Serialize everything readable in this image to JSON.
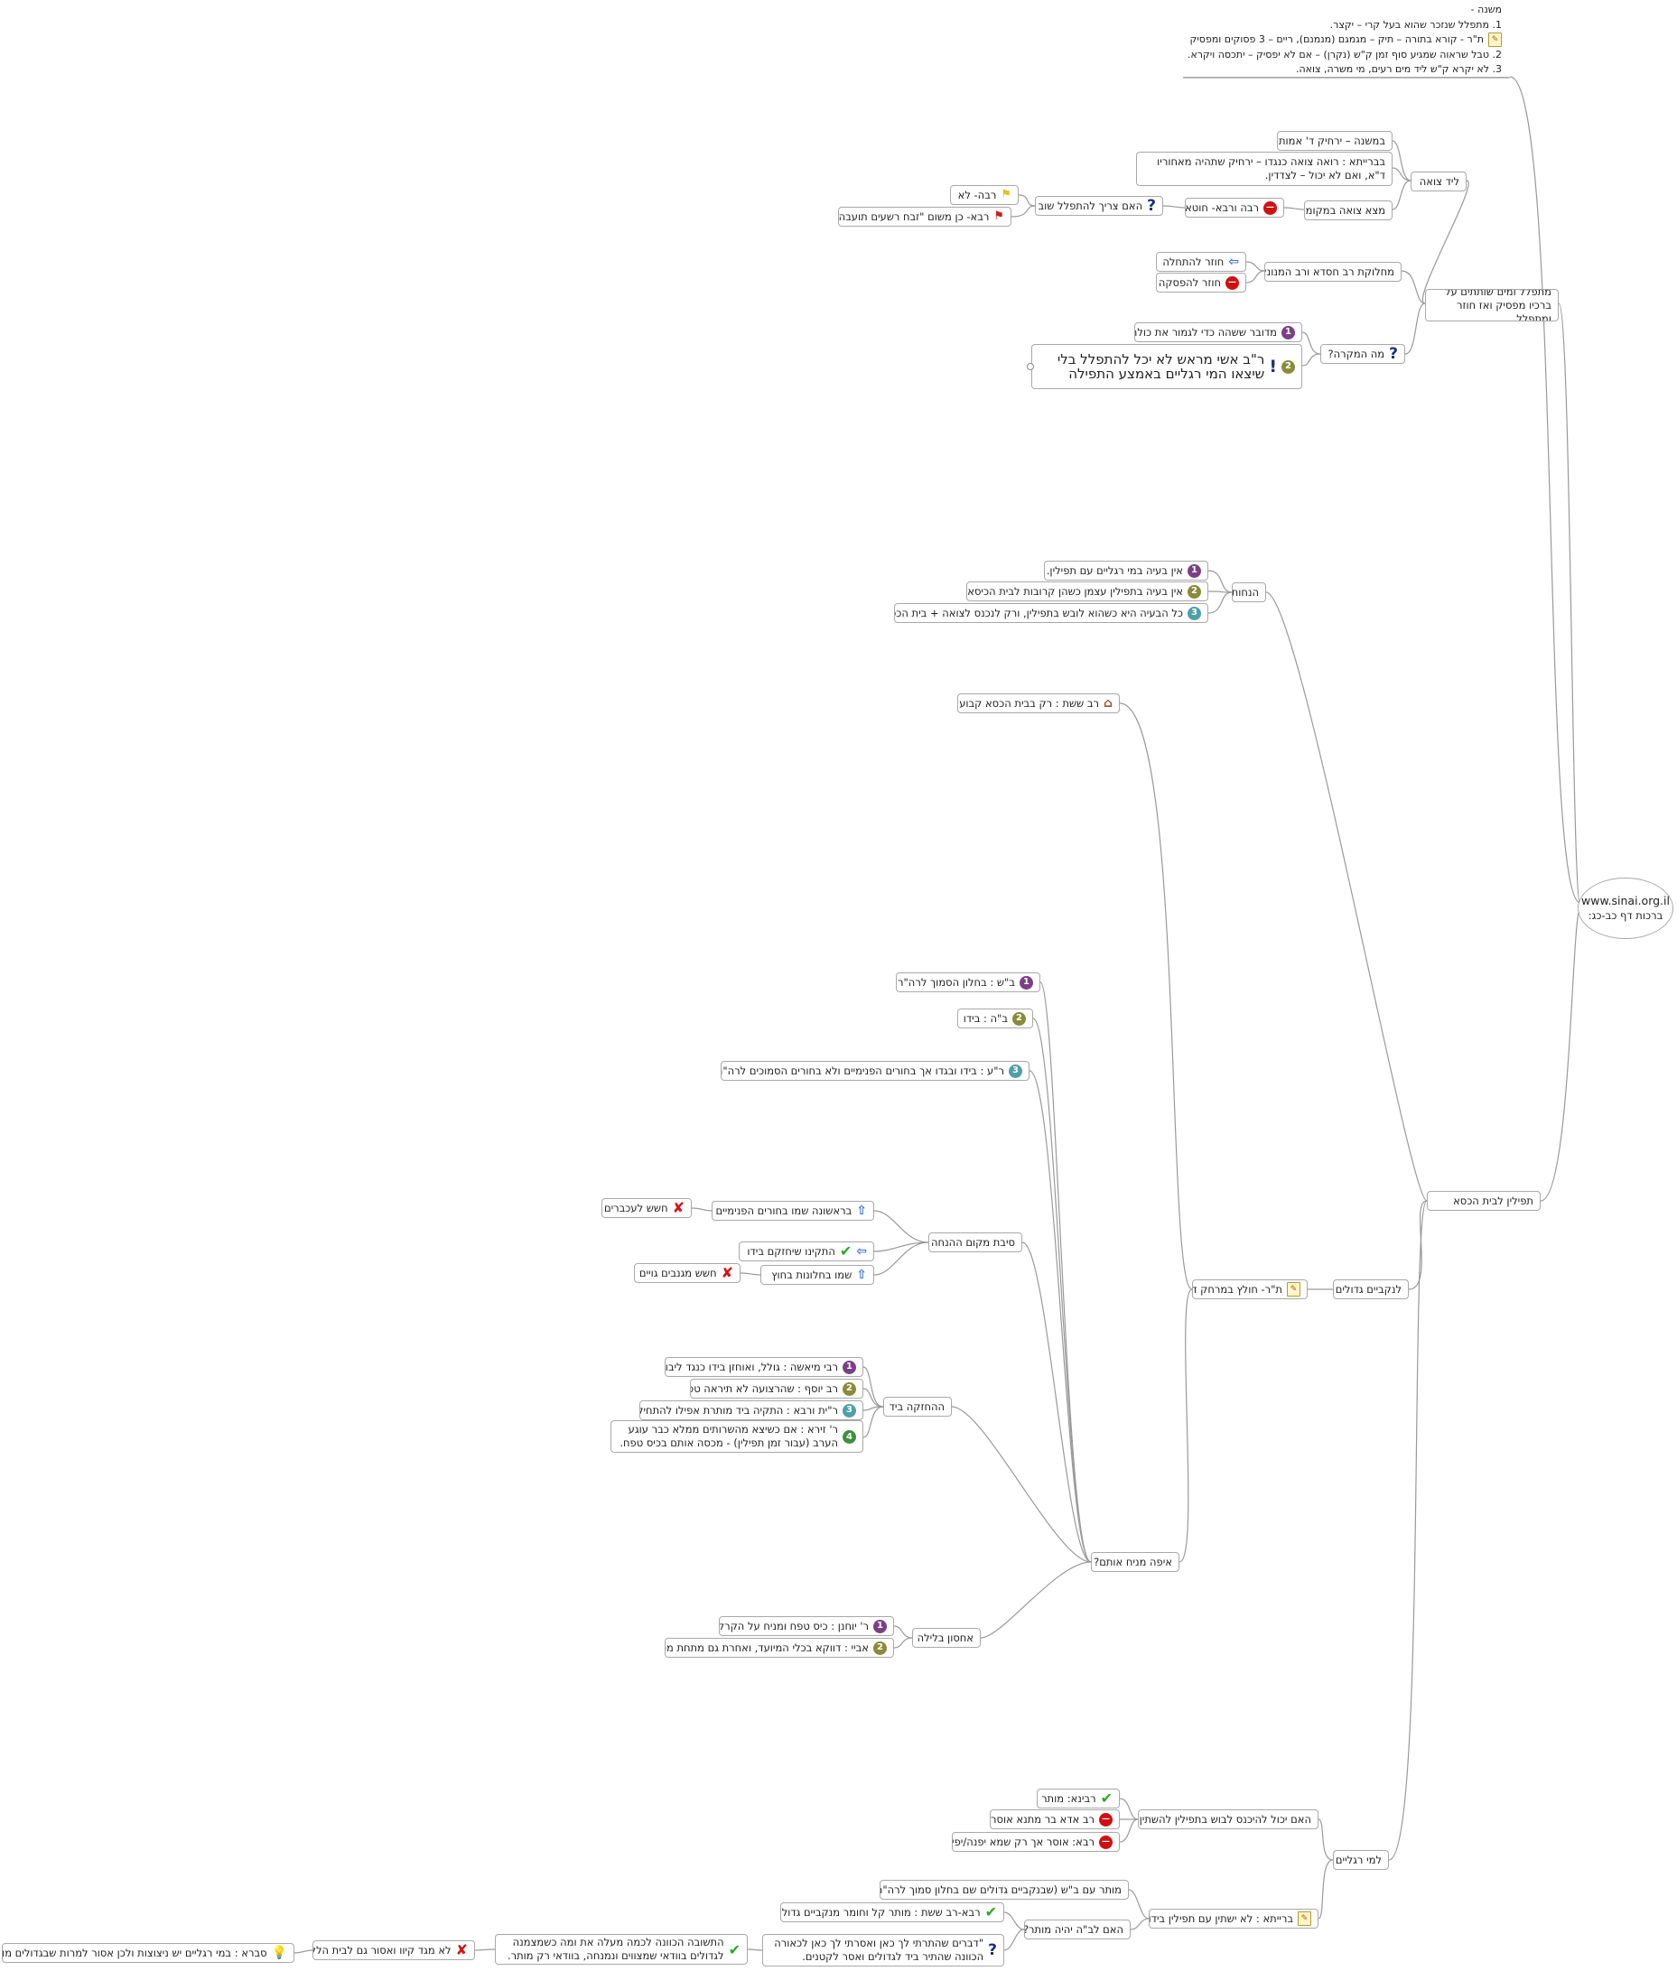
{
  "root": {
    "line1": "www.sinai.org.il",
    "line2": "ברכות דף כב-כג:"
  },
  "mishna": {
    "title": "משנה -",
    "l1": "1. מתפלל שנזכר שהוא בעל קרי – יקצר.",
    "l2": "ת\"ר - קורא בתורה – תיק – מגמגם (מנמנם), ריים – 3 פסוקים ומפסיק",
    "l3": "2. טבל שראוה שמגיע סוף זמן ק\"ש (נקרן) – אם לא יפסיק – יתכסה ויקרא.",
    "l4": "3. לא יקרא ק\"ש ליד מים רעים, מי משרה, צואה."
  },
  "b1": {
    "label": "מתפלל ומים שותתים על ברכיו מפסיק ואז חוזר ומתפלל",
    "leid": "ליד צואה",
    "a": "במשנה – ירחיק ד' אמות",
    "b": "בברייתא : רואה צואה כנגדו – ירחיק שתהיה מאחוריו ד\"א, ואם לא יכול – לצדדין.",
    "matza": "מצא צואה במקומו",
    "raba": "רבה ורבא- חוטא.",
    "needs": "האם צריך להתפלל שוב",
    "rabbah": "רבה- לא",
    "rava": "רבא- כן משום \"זבח רשעים תועבה\"",
    "machloket": "מחלוקת רב חסדא ורב המנונא.",
    "chozer": "חוזר להתחלה",
    "chozerHefsek": "חוזר להפסקה",
    "ma": "מה המקרה?",
    "m1": "מדובר ששהה כדי לגמור את כולה",
    "m2": "ר\"ב אשי מראש לא יכל להתפלל בלי שיצאו המי רגליים באמצע התפילה"
  },
  "b2": {
    "label": "תפילין לבית הכסא",
    "hanchot": "הנחות",
    "h1": "אין בעיה במי רגליים עם תפילין.",
    "h2": "אין בעיה בתפילין עצמן כשהן קרובות לבית הכיסא.",
    "h3": "כל הבעיה היא כשהוא לובש בתפילין, ורק לנכנס לצואה + בית הכסא.",
    "ravSheshet": "רב ששת : רק בבית הכסא קבוע",
    "gdolim": "לנקביים גדולים",
    "tanir": "ת\"ר- חולץ במרחק ד\"א.",
    "bes": "ב\"ש : בחלון הסמוך לרה\"ר.",
    "beh": "ב\"ה : בידו",
    "ri": "ר\"ע : בידו ובגדו אך בחורים הפנימיים ולא בחורים הסמוכים לרה\"ר .",
    "sibat": "סיבת מקום ההנחה",
    "s1": "בראשונה שמו בחורים הפנימיים",
    "s1x": "חשש לעכברים",
    "s2": "התקינו שיחזקם בידו",
    "s3": "שמו בחלונות בחוץ",
    "s3x": "חשש מגנבים גויים",
    "hachzaka": "ההחזקה ביד",
    "c1": "רבי מיאשה : גולל, ואוחזן בידו כנגד ליבו",
    "c2": "רב יוסף : שהרצועה לא תיראה טפח",
    "c3": "ר\"ית ורבא : התקיה ביד מותרת אפילו להתחילה",
    "c4": "ר' זירא : אם כשיצא מהשרותים ממלא כבר עוגע הערב (עבור זמן תפילין) - מכסה אותם בכיס טפח.",
    "eifo": "איפה מניח אותם?",
    "achsun": "אחסון בלילה",
    "n1": "ר' יוחנן : כיס טפח ומניח על הקרקע",
    "n2": "אביי : דווקא בכלי המיועד, ואחרת גם מתחת מטפחת",
    "ktanim": "למי רגליים",
    "yachol": "האם יכול להיכנס לבוש בתפילין להשתין?",
    "y1": "רבינא: מותר",
    "y2": "רב אדא בר מתנא אוסר",
    "y3": "רבא: אוסר אך רק שמא יפנה/יפיח",
    "braita": "ברייתא : לא ישתין עם תפילין בידו",
    "mutar": "מותר עם ב\"ש (שבנקביים גדולים שם בחלון סמוך לרה\"ר)",
    "haim": "האם לב\"ה יהיה מותר?",
    "rs": "רבא-רב ששת : מותר קל וחומר מנקביים גדולים",
    "devarim": "\"דברים שהתרתי לך כאן ואסרתי לך כאן לכאורה הכוונה שהתיר ביד לגדולים ואסר לקטנים.",
    "hatshuva": "התשובה הכוונה לכמה מעלה את ומה כשמצמנה לגדולים בוודאי שמצווים ונמנחה, בוודאי רק מותר.",
    "lo": "לא מגד קיוו ואסור גם לבית הלל",
    "svara": "סברא : במי רגליים יש ניצוצות ולכן אסור למרות שבגדולים מותר"
  }
}
